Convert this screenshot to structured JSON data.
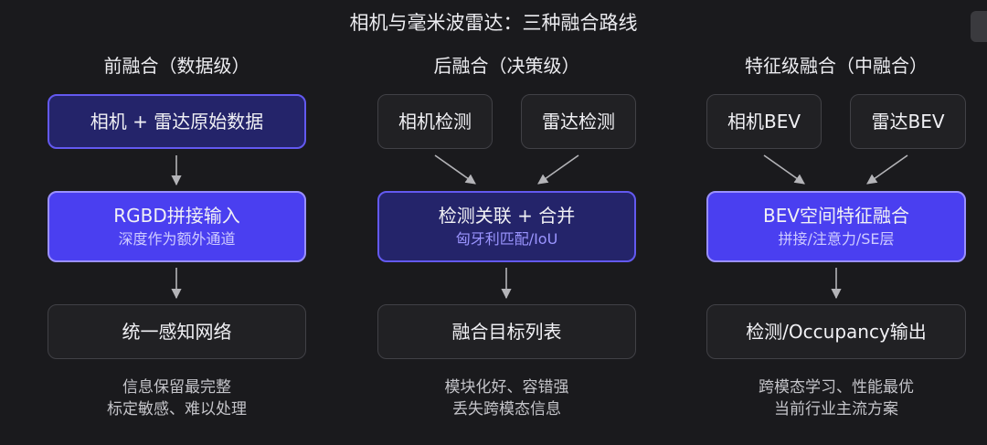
{
  "title": "相机与毫米波雷达：三种融合路线",
  "columns": [
    {
      "heading": "前融合（数据级）",
      "top_box": "相机 + 雷达原始数据",
      "mid_box": {
        "label": "RGBD拼接输入",
        "sub": "深度作为额外通道"
      },
      "bottom_box": "统一感知网络",
      "notes": [
        "信息保留最完整",
        "标定敏感、难以处理"
      ]
    },
    {
      "heading": "后融合（决策级）",
      "inputs": [
        "相机检测",
        "雷达检测"
      ],
      "mid_box": {
        "label": "检测关联 + 合并",
        "sub": "匈牙利匹配/IoU"
      },
      "bottom_box": "融合目标列表",
      "notes": [
        "模块化好、容错强",
        "丢失跨模态信息"
      ]
    },
    {
      "heading": "特征级融合（中融合）",
      "inputs": [
        "相机BEV",
        "雷达BEV"
      ],
      "mid_box": {
        "label": "BEV空间特征融合",
        "sub": "拼接/注意力/SE层"
      },
      "bottom_box": "检测/Occupancy输出",
      "notes": [
        "跨模态学习、性能最优",
        "当前行业主流方案"
      ]
    }
  ],
  "colors": {
    "background": "#1a1a1d",
    "navy_fill": "#24246a",
    "navy_border": "#6359f0",
    "purple_fill": "#4a3ff0",
    "arrow": "#b4b4b8"
  }
}
